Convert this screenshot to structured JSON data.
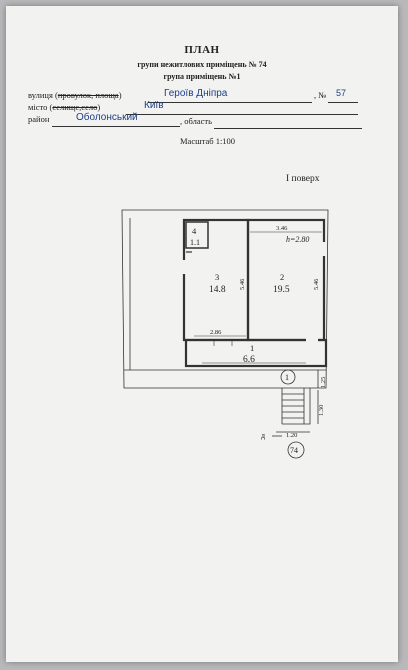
{
  "header": {
    "title": "ПЛАН",
    "subtitle": "групи нежитлових приміщень № 74",
    "group": "група приміщень №1"
  },
  "address": {
    "street_label_a": "вулиця (",
    "street_label_struck": "провулок, площа",
    "street_label_b": ")",
    "street_value": "Героїв Дніпра",
    "number_label": ", №",
    "number_value": "57",
    "city_label_a": "місто (",
    "city_label_struck": "селище,село",
    "city_label_b": ")",
    "city_value": "Київ",
    "district_label": "район",
    "district_value": "Оболонський",
    "region_label": ", область"
  },
  "scale": "Масштаб 1:100",
  "floor": "І поверх",
  "plan": {
    "rooms": [
      {
        "number": "1",
        "area": "6.6"
      },
      {
        "number": "2",
        "area": "19.5"
      },
      {
        "number": "3",
        "area": "14.8"
      },
      {
        "number": "4",
        "area": "1.1"
      }
    ],
    "dimensions": {
      "top_width": "3.46",
      "ceiling_height": "h=2.80",
      "room3_depth": "5.46",
      "room2_depth": "5.46",
      "room3_width": "2.86",
      "porch": "1.25",
      "stair_length": "1.30",
      "stair_width": "1.20"
    },
    "entrance_marker": "1",
    "entrance_symbol": "д",
    "property_marker": "74"
  }
}
